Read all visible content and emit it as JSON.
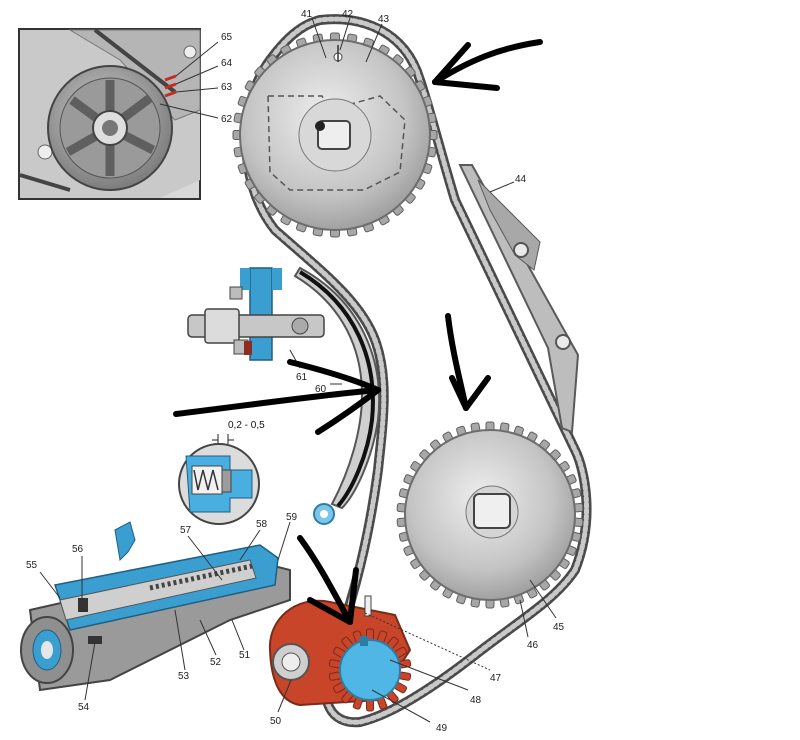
{
  "callouts": [
    "41",
    "42",
    "43",
    "44",
    "45",
    "46",
    "47",
    "48",
    "49",
    "50",
    "51",
    "52",
    "53",
    "54",
    "55",
    "56",
    "57",
    "58",
    "59",
    "60",
    "61",
    "62",
    "63",
    "64",
    "65"
  ],
  "measurement": "0,2 - 0,5",
  "colors": {
    "chain": "#555555",
    "sprocket": "#b9b9b9",
    "tensioner_blue": "#3a9fd0",
    "oil_pump_red": "#c8452a",
    "annotation_arrow": "#000000",
    "inset_frame": "#333333"
  }
}
